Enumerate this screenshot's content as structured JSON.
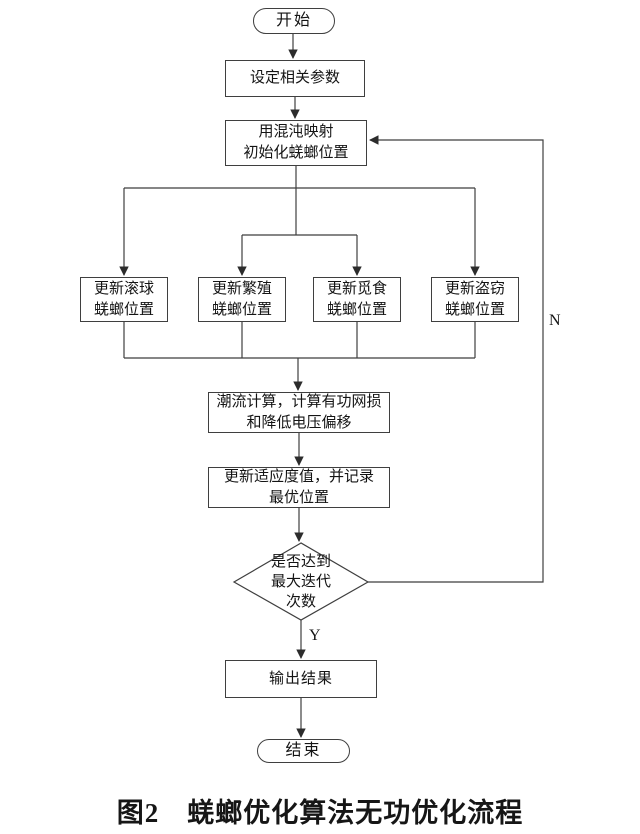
{
  "figure": {
    "caption": "图2　蜣螂优化算法无功优化流程"
  },
  "flowchart": {
    "nodes": {
      "start": {
        "type": "terminator",
        "label": "开始"
      },
      "set_params": {
        "type": "process",
        "label": "设定相关参数"
      },
      "chaos_init": {
        "type": "process",
        "label": "用混沌映射\n初始化蜣螂位置"
      },
      "update_rolling": {
        "type": "process",
        "label": "更新滚球\n蜣螂位置"
      },
      "update_breeding": {
        "type": "process",
        "label": "更新繁殖\n蜣螂位置"
      },
      "update_foraging": {
        "type": "process",
        "label": "更新觅食\n蜣螂位置"
      },
      "update_stealing": {
        "type": "process",
        "label": "更新盗窃\n蜣螂位置"
      },
      "power_flow": {
        "type": "process",
        "label": "潮流计算，计算有功网损\n和降低电压偏移"
      },
      "update_fitness": {
        "type": "process",
        "label": "更新适应度值，并记录\n最优位置"
      },
      "max_iteration": {
        "type": "decision",
        "label": "是否达到\n最大迭代\n次数"
      },
      "output_result": {
        "type": "process",
        "label": "输出结果"
      },
      "end": {
        "type": "terminator",
        "label": "结束"
      }
    },
    "edge_labels": {
      "yes": "Y",
      "no": "N"
    },
    "colors": {
      "line": "#3f3f3f",
      "box_border": "#3f3f3f",
      "box_fill": "#ffffff",
      "text": "#141414",
      "background": "#ffffff"
    }
  }
}
